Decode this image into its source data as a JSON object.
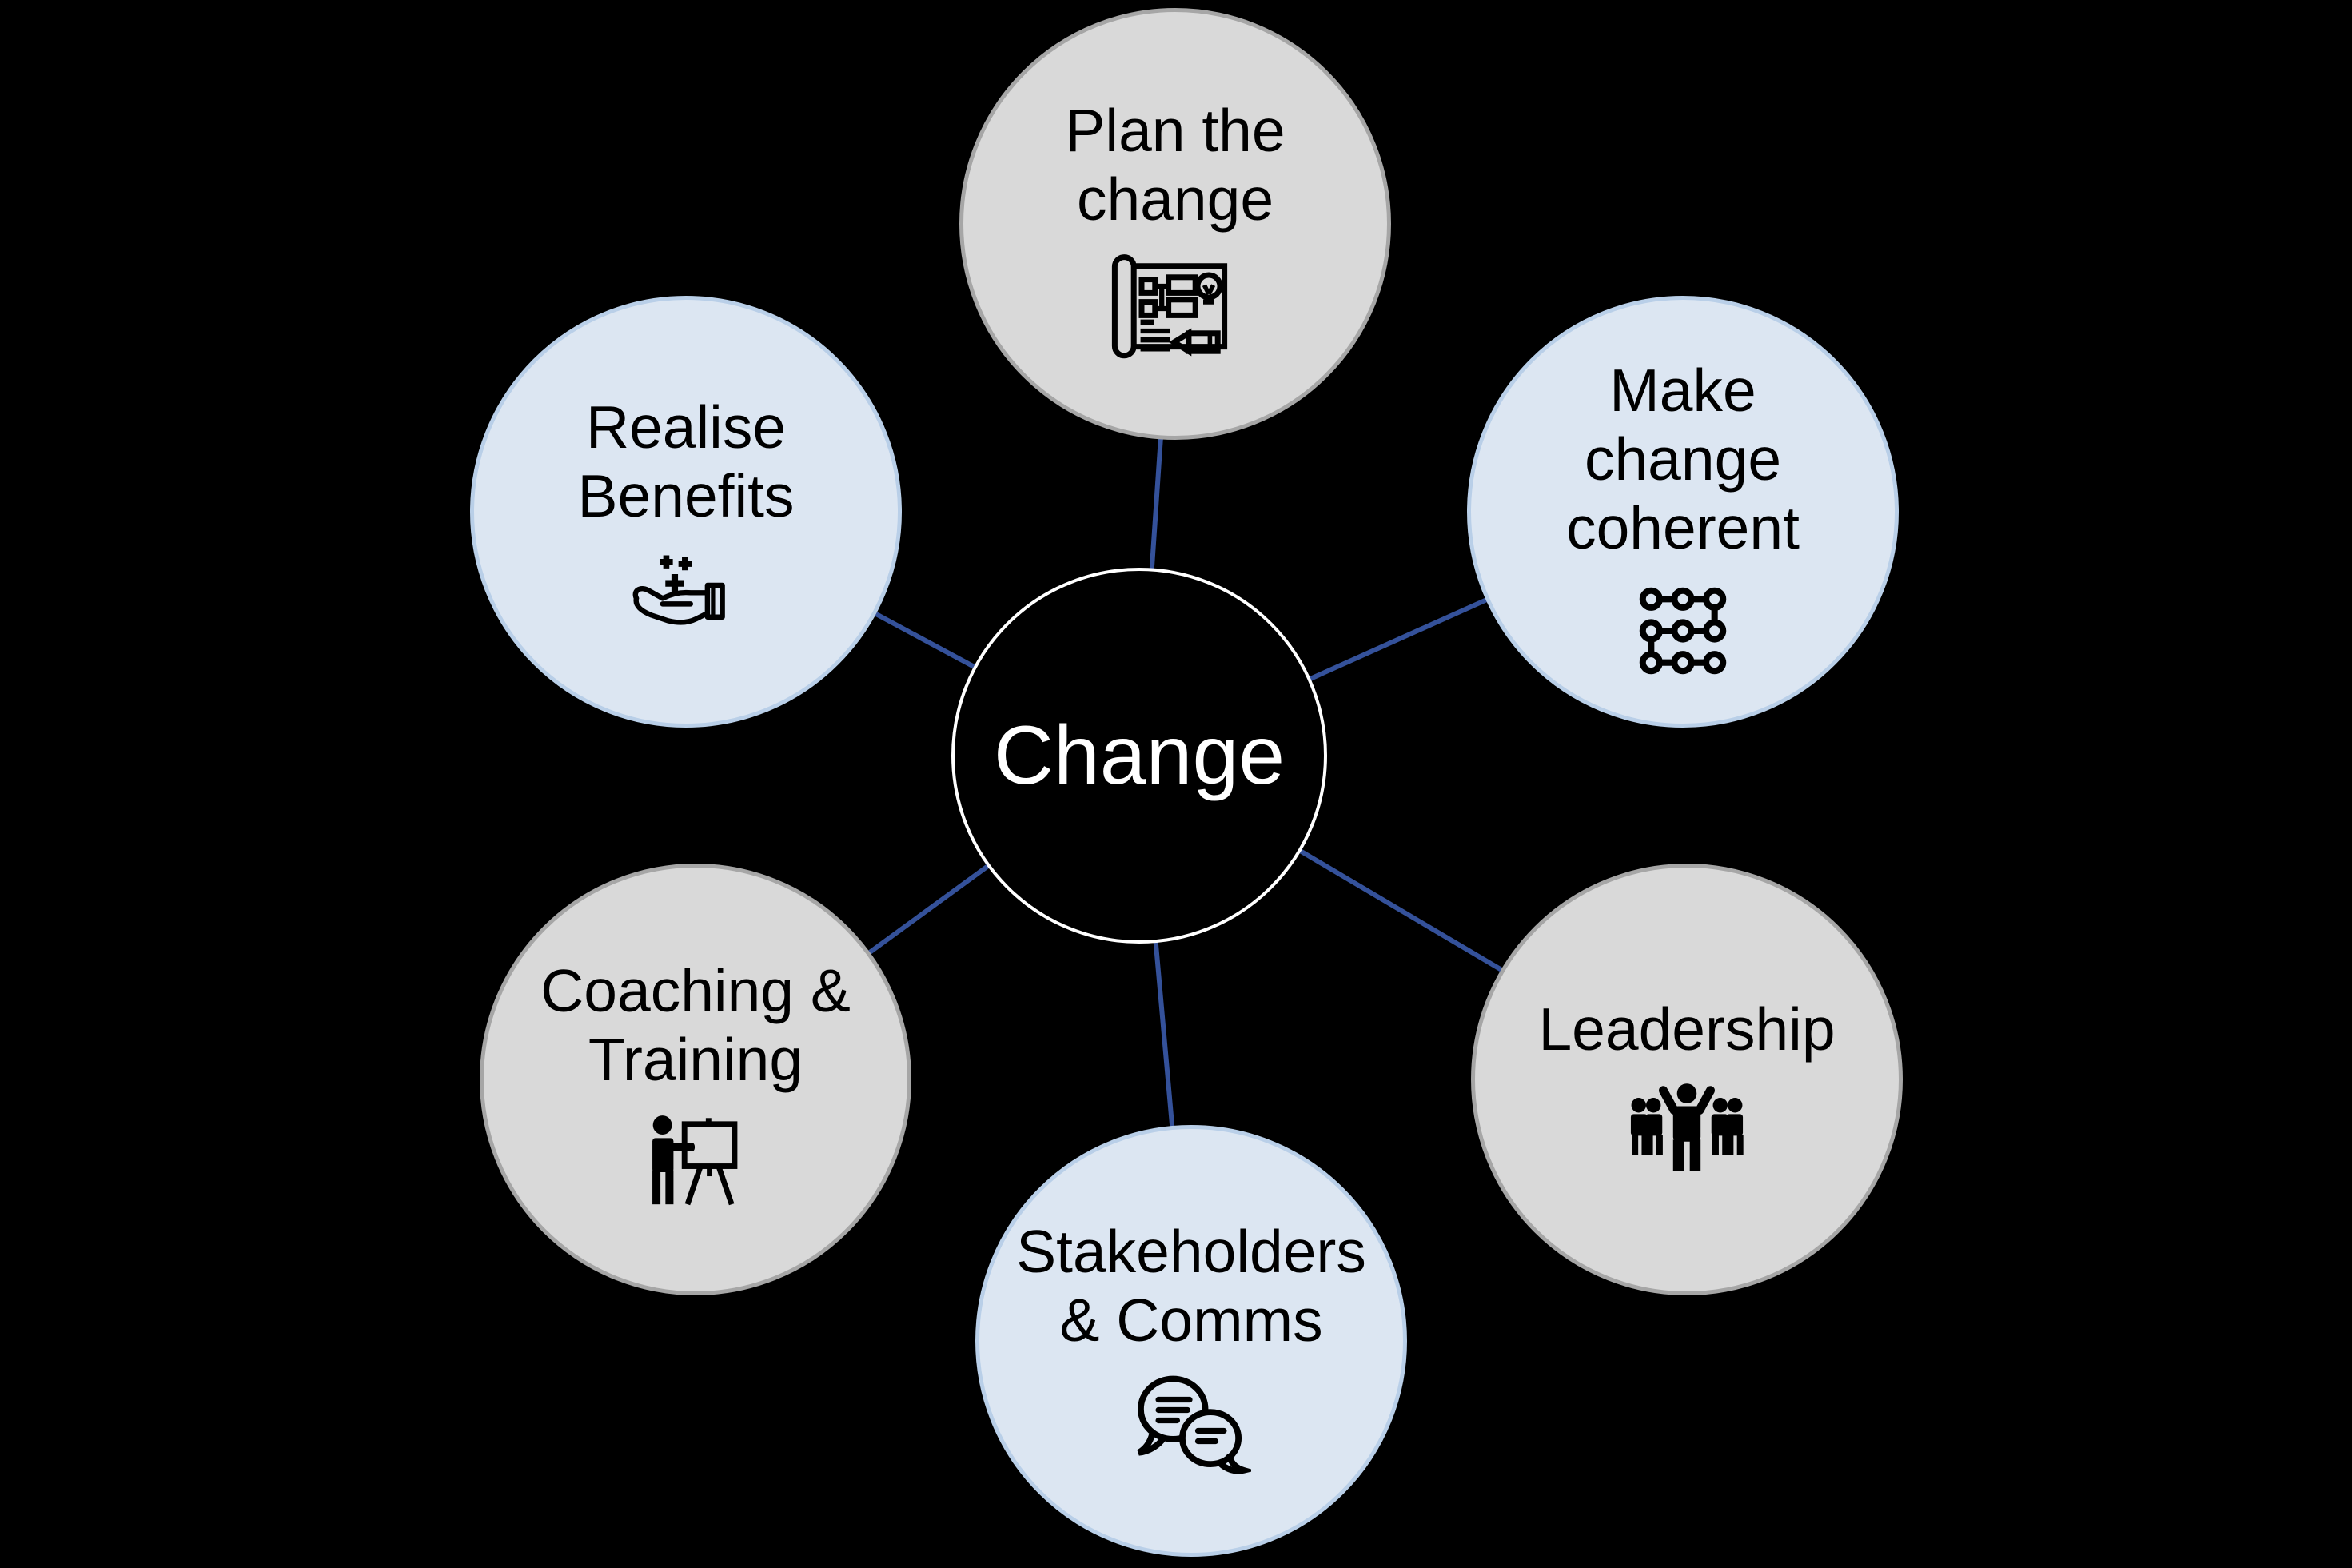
{
  "colors": {
    "background": "#000000",
    "gray-fill": "#D9D9D9",
    "gray-border": "#A6A6A6",
    "blue-fill": "#DCE6F2",
    "blue-border": "#B9CFE8",
    "connector": "#34519A",
    "center-fill": "#000000",
    "center-border": "#FFFFFF",
    "center-text": "#FFFFFF",
    "label-text": "#000000",
    "icon-color": "#000000"
  },
  "center": {
    "label": "Change"
  },
  "nodes": [
    {
      "id": "plan-the-change",
      "label": "Plan the change",
      "label_lines": [
        "Plan the",
        "change"
      ],
      "style": "gray",
      "icon": "plan-blueprint-icon"
    },
    {
      "id": "make-change-coherent",
      "label": "Make change coherent",
      "label_lines": [
        "Make",
        "change",
        "coherent"
      ],
      "style": "blue",
      "icon": "network-nodes-icon"
    },
    {
      "id": "leadership",
      "label": "Leadership",
      "label_lines": [
        "Leadership"
      ],
      "style": "gray",
      "icon": "leadership-team-icon"
    },
    {
      "id": "stakeholders-comms",
      "label": "Stakeholders & Comms",
      "label_lines": [
        "Stakeholders",
        "& Comms"
      ],
      "style": "blue",
      "icon": "speech-bubbles-icon"
    },
    {
      "id": "coaching-training",
      "label": "Coaching & Training",
      "label_lines": [
        "Coaching &",
        "Training"
      ],
      "style": "gray",
      "icon": "presenter-easel-icon"
    },
    {
      "id": "realise-benefits",
      "label": "Realise Benefits",
      "label_lines": [
        "Realise",
        "Benefits"
      ],
      "style": "blue",
      "icon": "hand-sparkles-icon"
    }
  ]
}
